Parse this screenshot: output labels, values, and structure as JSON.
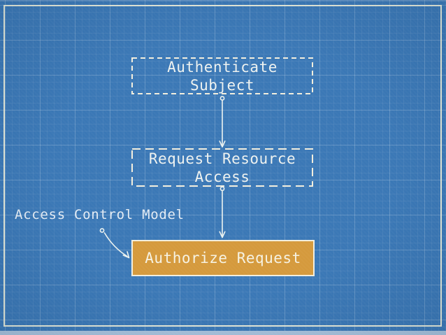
{
  "slide": {
    "annotation_label": "Access Control Model",
    "nodes": {
      "authenticate": {
        "line1": "Authenticate",
        "line2": "Subject"
      },
      "request": {
        "line1": "Request Resource",
        "line2": "Access"
      },
      "authorize": {
        "label": "Authorize Request"
      }
    },
    "colors": {
      "blueprint_background": "#3b78b6",
      "grid_line_major": "#5d92c6",
      "frame_white": "#f0f0da",
      "highlight_orange": "#d59a3d",
      "node_text_light": "#eef2f0",
      "bottom_edge_strip": "#a7c1db"
    }
  }
}
